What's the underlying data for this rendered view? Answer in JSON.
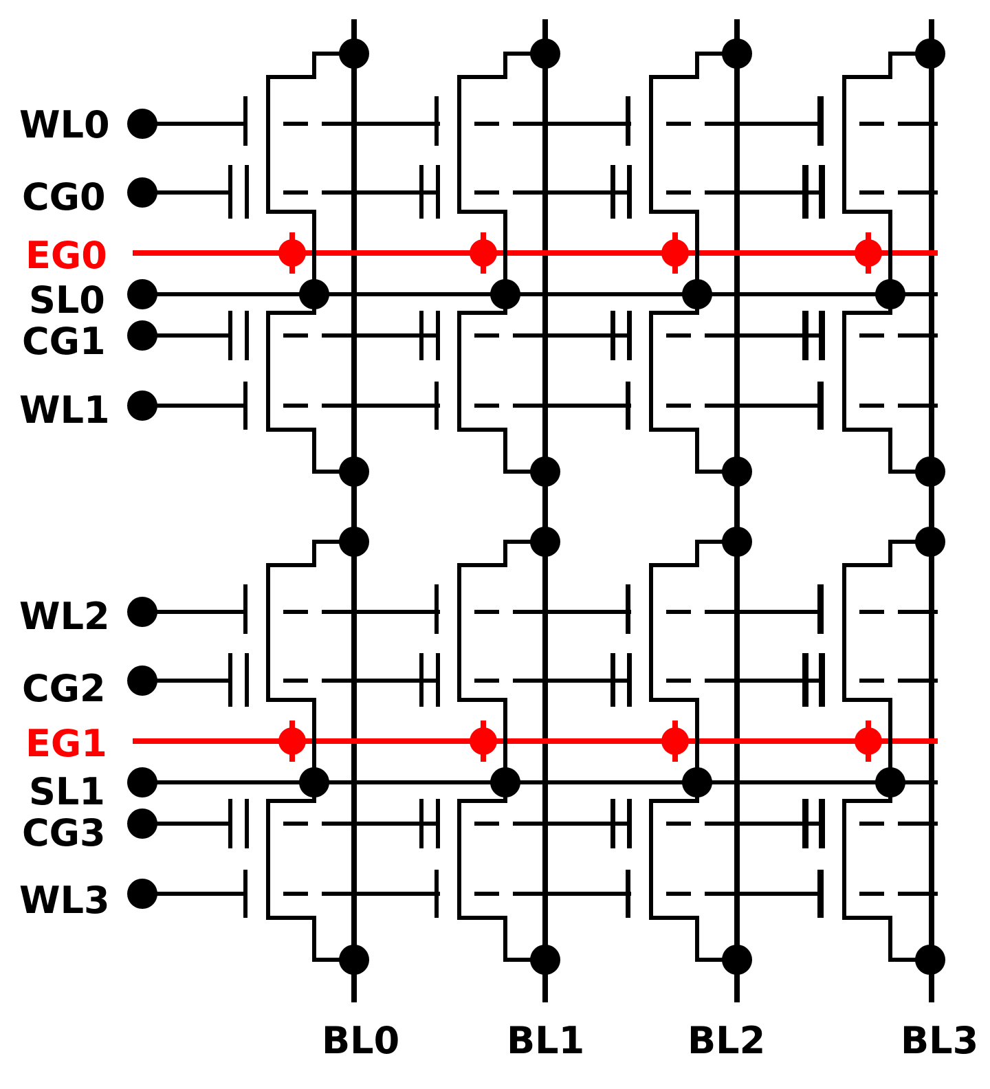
{
  "colors": {
    "wire": "#000000",
    "erase_gate": "#ff0000",
    "background": "#ffffff"
  },
  "row_labels": {
    "wl0": "WL0",
    "cg0": "CG0",
    "eg0": "EG0",
    "sl0": "SL0",
    "cg1": "CG1",
    "wl1": "WL1",
    "wl2": "WL2",
    "cg2": "CG2",
    "eg1": "EG1",
    "sl1": "SL1",
    "cg3": "CG3",
    "wl3": "WL3"
  },
  "column_labels": {
    "bl0": "BL0",
    "bl1": "BL1",
    "bl2": "BL2",
    "bl3": "BL3"
  }
}
